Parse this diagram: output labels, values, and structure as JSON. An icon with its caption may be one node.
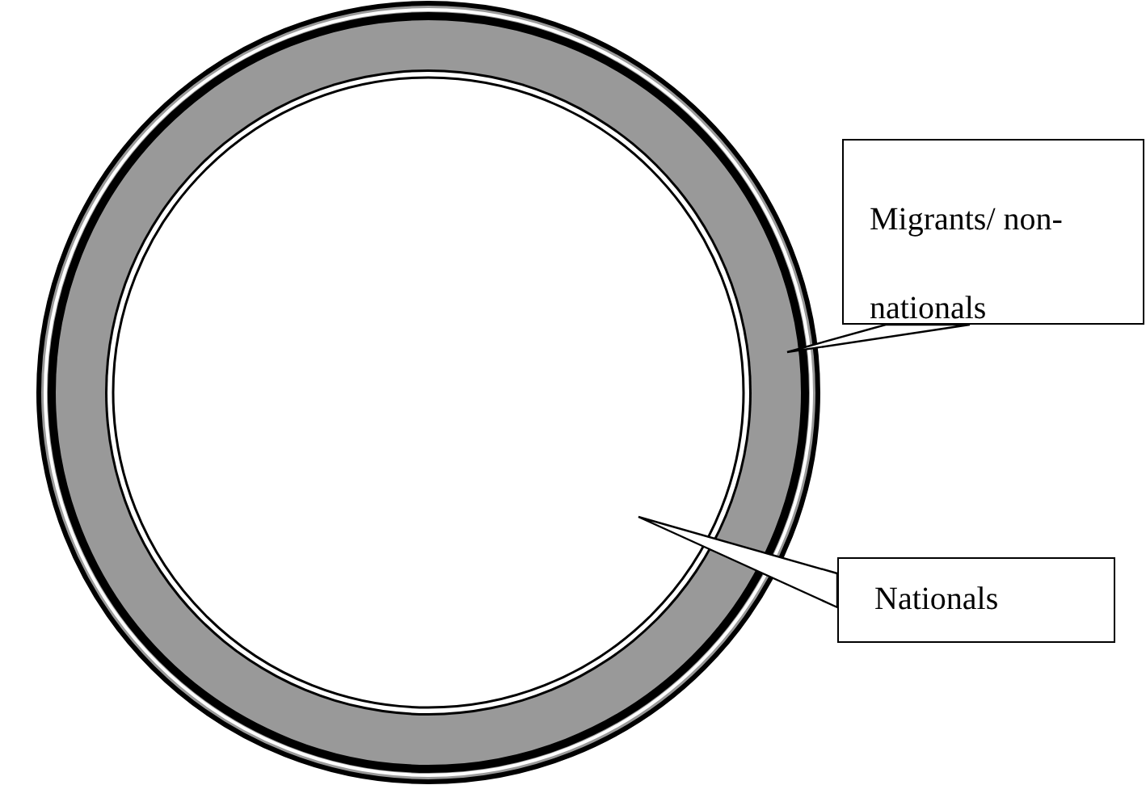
{
  "diagram": {
    "nodes": [
      {
        "text": [],
        "shape": "circle"
      },
      {
        "text": [],
        "shape": "circle",
        "in": 0
      },
      {
        "text": [
          "Migrants/ non-nationals"
        ]
      },
      {
        "text": [
          "Nationals"
        ]
      }
    ],
    "edges": [
      {
        "from": 2,
        "to": 0,
        "arrow": "none"
      },
      {
        "from": 3,
        "to": 1,
        "arrow": "none"
      }
    ]
  }
}
